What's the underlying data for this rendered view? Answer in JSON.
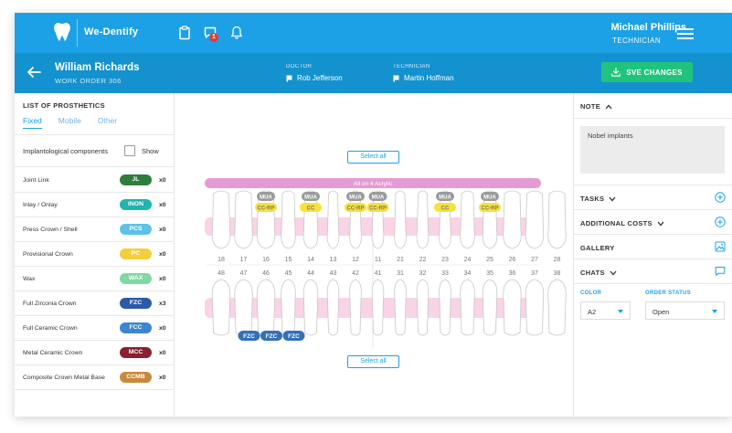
{
  "header": {
    "brand": "We-Dentify",
    "notification_count": "1",
    "user_name": "Michael Phillips",
    "user_role": "TECHNICIAN"
  },
  "subheader": {
    "patient_name": "William Richards",
    "work_order": "WORK ORDER 306",
    "doctor_label": "DOCTOR",
    "doctor_name": "Rob Jefferson",
    "technician_label": "TECHNICIAN",
    "technician_name": "Martin Hoffman",
    "save_label": "SVE CHANGES"
  },
  "left_panel": {
    "title": "LIST OF PROSTHETICS",
    "tabs": [
      {
        "label": "Fixed",
        "active": true
      },
      {
        "label": "Mobile",
        "active": false
      },
      {
        "label": "Other",
        "active": false
      }
    ],
    "implant_label": "Implantological components",
    "show_label": "Show",
    "items": [
      {
        "name": "Joint Link",
        "code": "JL",
        "color": "#2e7d3c",
        "qty": "x0"
      },
      {
        "name": "Inlay / Onlay",
        "code": "INON",
        "color": "#1fb5b0",
        "qty": "x0"
      },
      {
        "name": "Press Crown / Shell",
        "code": "PCS",
        "color": "#5ec1e6",
        "qty": "x0"
      },
      {
        "name": "Provisional Crown",
        "code": "PC",
        "color": "#f3cf3b",
        "qty": "x0"
      },
      {
        "name": "Wax",
        "code": "WAX",
        "color": "#7fd9a0",
        "qty": "x0"
      },
      {
        "name": "Full Zirconia Crown",
        "code": "FZC",
        "color": "#2b5aa8",
        "qty": "x3"
      },
      {
        "name": "Full Ceramic Crown",
        "code": "FCC",
        "color": "#3a86d4",
        "qty": "x0"
      },
      {
        "name": "Metal Ceramic Crown",
        "code": "MCC",
        "color": "#8b1f2e",
        "qty": "x0"
      },
      {
        "name": "Composite Crown Metal Base",
        "code": "CCMB",
        "color": "#c88a3a",
        "qty": "x0"
      }
    ]
  },
  "chart": {
    "select_all": "Select all",
    "arch_bar": "All on 4 Acrylic",
    "upper_numbers": [
      "18",
      "17",
      "16",
      "15",
      "14",
      "13",
      "12",
      "11",
      "21",
      "22",
      "23",
      "24",
      "25",
      "26",
      "27",
      "28"
    ],
    "lower_numbers": [
      "48",
      "47",
      "46",
      "45",
      "44",
      "43",
      "42",
      "41",
      "31",
      "32",
      "33",
      "34",
      "35",
      "36",
      "37",
      "38"
    ],
    "mua_label": "MUA",
    "ccrp_label": "CC-RP",
    "cc_label": "CC",
    "fzc_label": "FZC",
    "colors": {
      "arch": "#e59ad6",
      "mua": "#9a9a9a",
      "cc": "#f7e23a",
      "fzc": "#3470b8",
      "gum": "#f9d3e6"
    }
  },
  "right_panel": {
    "note_title": "NOTE",
    "note_text": "Nobel implants",
    "tasks_title": "TASKS",
    "costs_title": "ADDITIONAL COSTS",
    "gallery_title": "GALLERY",
    "chats_title": "CHATS",
    "color_label": "COLOR",
    "color_value": "A2",
    "status_label": "ORDER STATUS",
    "status_value": "Open"
  }
}
